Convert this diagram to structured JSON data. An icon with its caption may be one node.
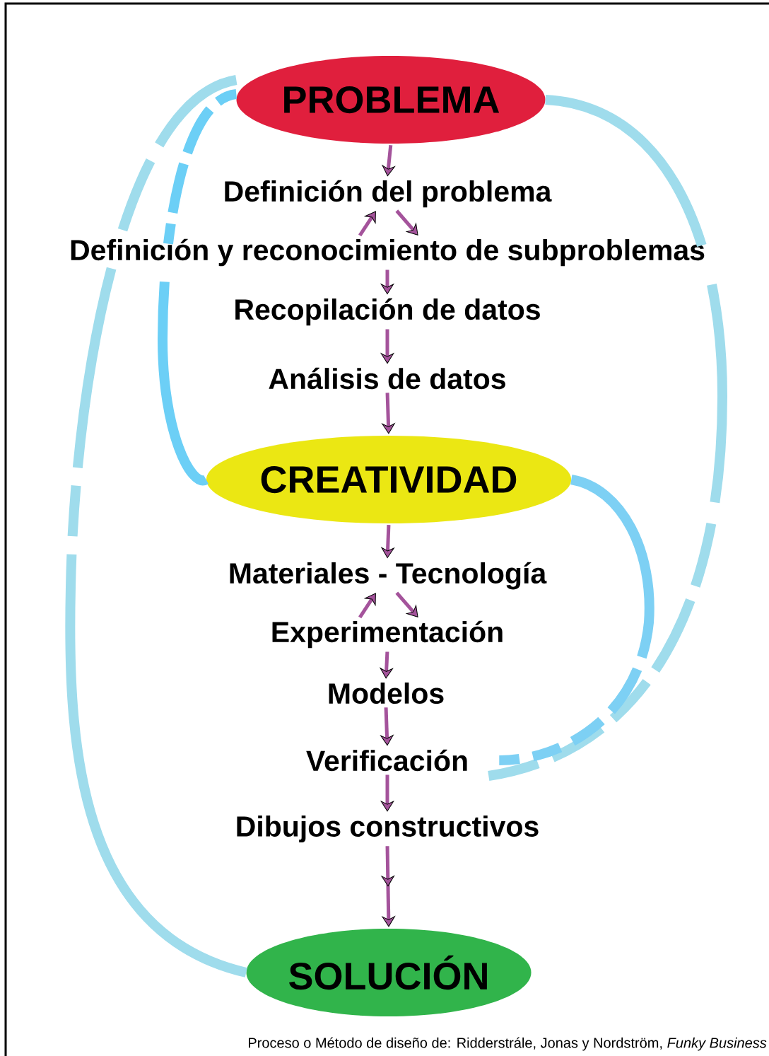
{
  "diagram": {
    "caption": "Proceso o Método de diseño de: Ridderstrále, Jonas y Nordström, *Funky Business*",
    "nodes": [
      {
        "text": [
          "PROBLEMA"
        ]
      },
      {
        "text": [
          "Definición del problema"
        ]
      },
      {
        "text": [
          "Definición y reconocimiento de subproblemas"
        ]
      },
      {
        "text": [
          "Recopilación de datos"
        ]
      },
      {
        "text": [
          "Análisis de datos"
        ]
      },
      {
        "text": [
          "CREATIVIDAD"
        ]
      },
      {
        "text": [
          "Materiales - Tecnología"
        ]
      },
      {
        "text": [
          "Experimentación"
        ]
      },
      {
        "text": [
          "Modelos"
        ]
      },
      {
        "text": [
          "Verificación"
        ]
      },
      {
        "text": [
          "Dibujos constructivos"
        ]
      },
      {
        "text": [
          "SOLUCIÓN"
        ]
      }
    ],
    "edges": [
      {
        "from": 0,
        "to": 1,
        "arrow": "to"
      },
      {
        "from": 2,
        "to": 1,
        "arrow": "to"
      },
      {
        "from": 1,
        "to": 2,
        "arrow": "to"
      },
      {
        "from": 2,
        "to": 3,
        "arrow": "to"
      },
      {
        "from": 3,
        "to": 4,
        "arrow": "to"
      },
      {
        "from": 4,
        "to": 5,
        "arrow": "to"
      },
      {
        "from": 5,
        "to": 6,
        "arrow": "to"
      },
      {
        "from": 7,
        "to": 6,
        "arrow": "to"
      },
      {
        "from": 6,
        "to": 7,
        "arrow": "to"
      },
      {
        "from": 7,
        "to": 8,
        "arrow": "to"
      },
      {
        "from": 8,
        "to": 9,
        "arrow": "to"
      },
      {
        "from": 9,
        "to": 10,
        "arrow": "to"
      },
      {
        "from": 10,
        "to": 11,
        "arrow": "to"
      },
      {
        "from": 11,
        "to": 0,
        "arrow": "none",
        "style": "dashed",
        "color": "#9fdcec"
      },
      {
        "from": 0,
        "to": 5,
        "arrow": "none",
        "style": "dashed",
        "color": "#6ccff6"
      },
      {
        "from": 0,
        "to": 9,
        "arrow": "none",
        "style": "dashed",
        "color": "#9fdcec"
      },
      {
        "from": 5,
        "to": 9,
        "arrow": "none",
        "style": "dashed",
        "color": "#7dd0f4"
      }
    ]
  }
}
